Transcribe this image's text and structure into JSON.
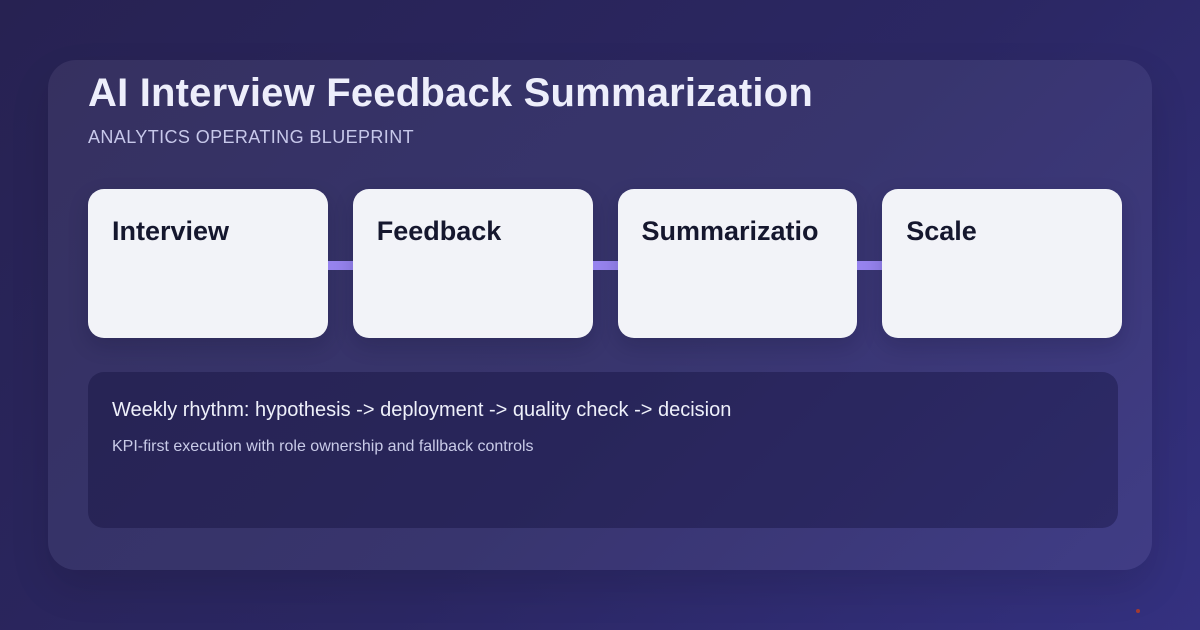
{
  "header": {
    "title": "AI Interview Feedback Summarization",
    "subtitle": "ANALYTICS OPERATING BLUEPRINT"
  },
  "flow": {
    "steps": [
      {
        "label": "Interview"
      },
      {
        "label": "Feedback"
      },
      {
        "label": "Summarizatio"
      },
      {
        "label": "Scale"
      }
    ]
  },
  "summary_panel": {
    "line1": "Weekly rhythm: hypothesis -> deployment -> quality check -> decision",
    "line2": "KPI-first execution with role ownership and fallback controls"
  },
  "colors": {
    "background_top_left": "#272252",
    "background_bottom_right": "#343180",
    "step_bg": "#f2f3f8",
    "step_text": "#15172e",
    "connector": "#9683ee",
    "title_text": "#edeefb",
    "subtitle_text": "#c7c8ea",
    "panel_line1_text": "#eef0fa",
    "panel_line2_text": "#c9cbe8",
    "accent_dot": "#a33a2f"
  }
}
